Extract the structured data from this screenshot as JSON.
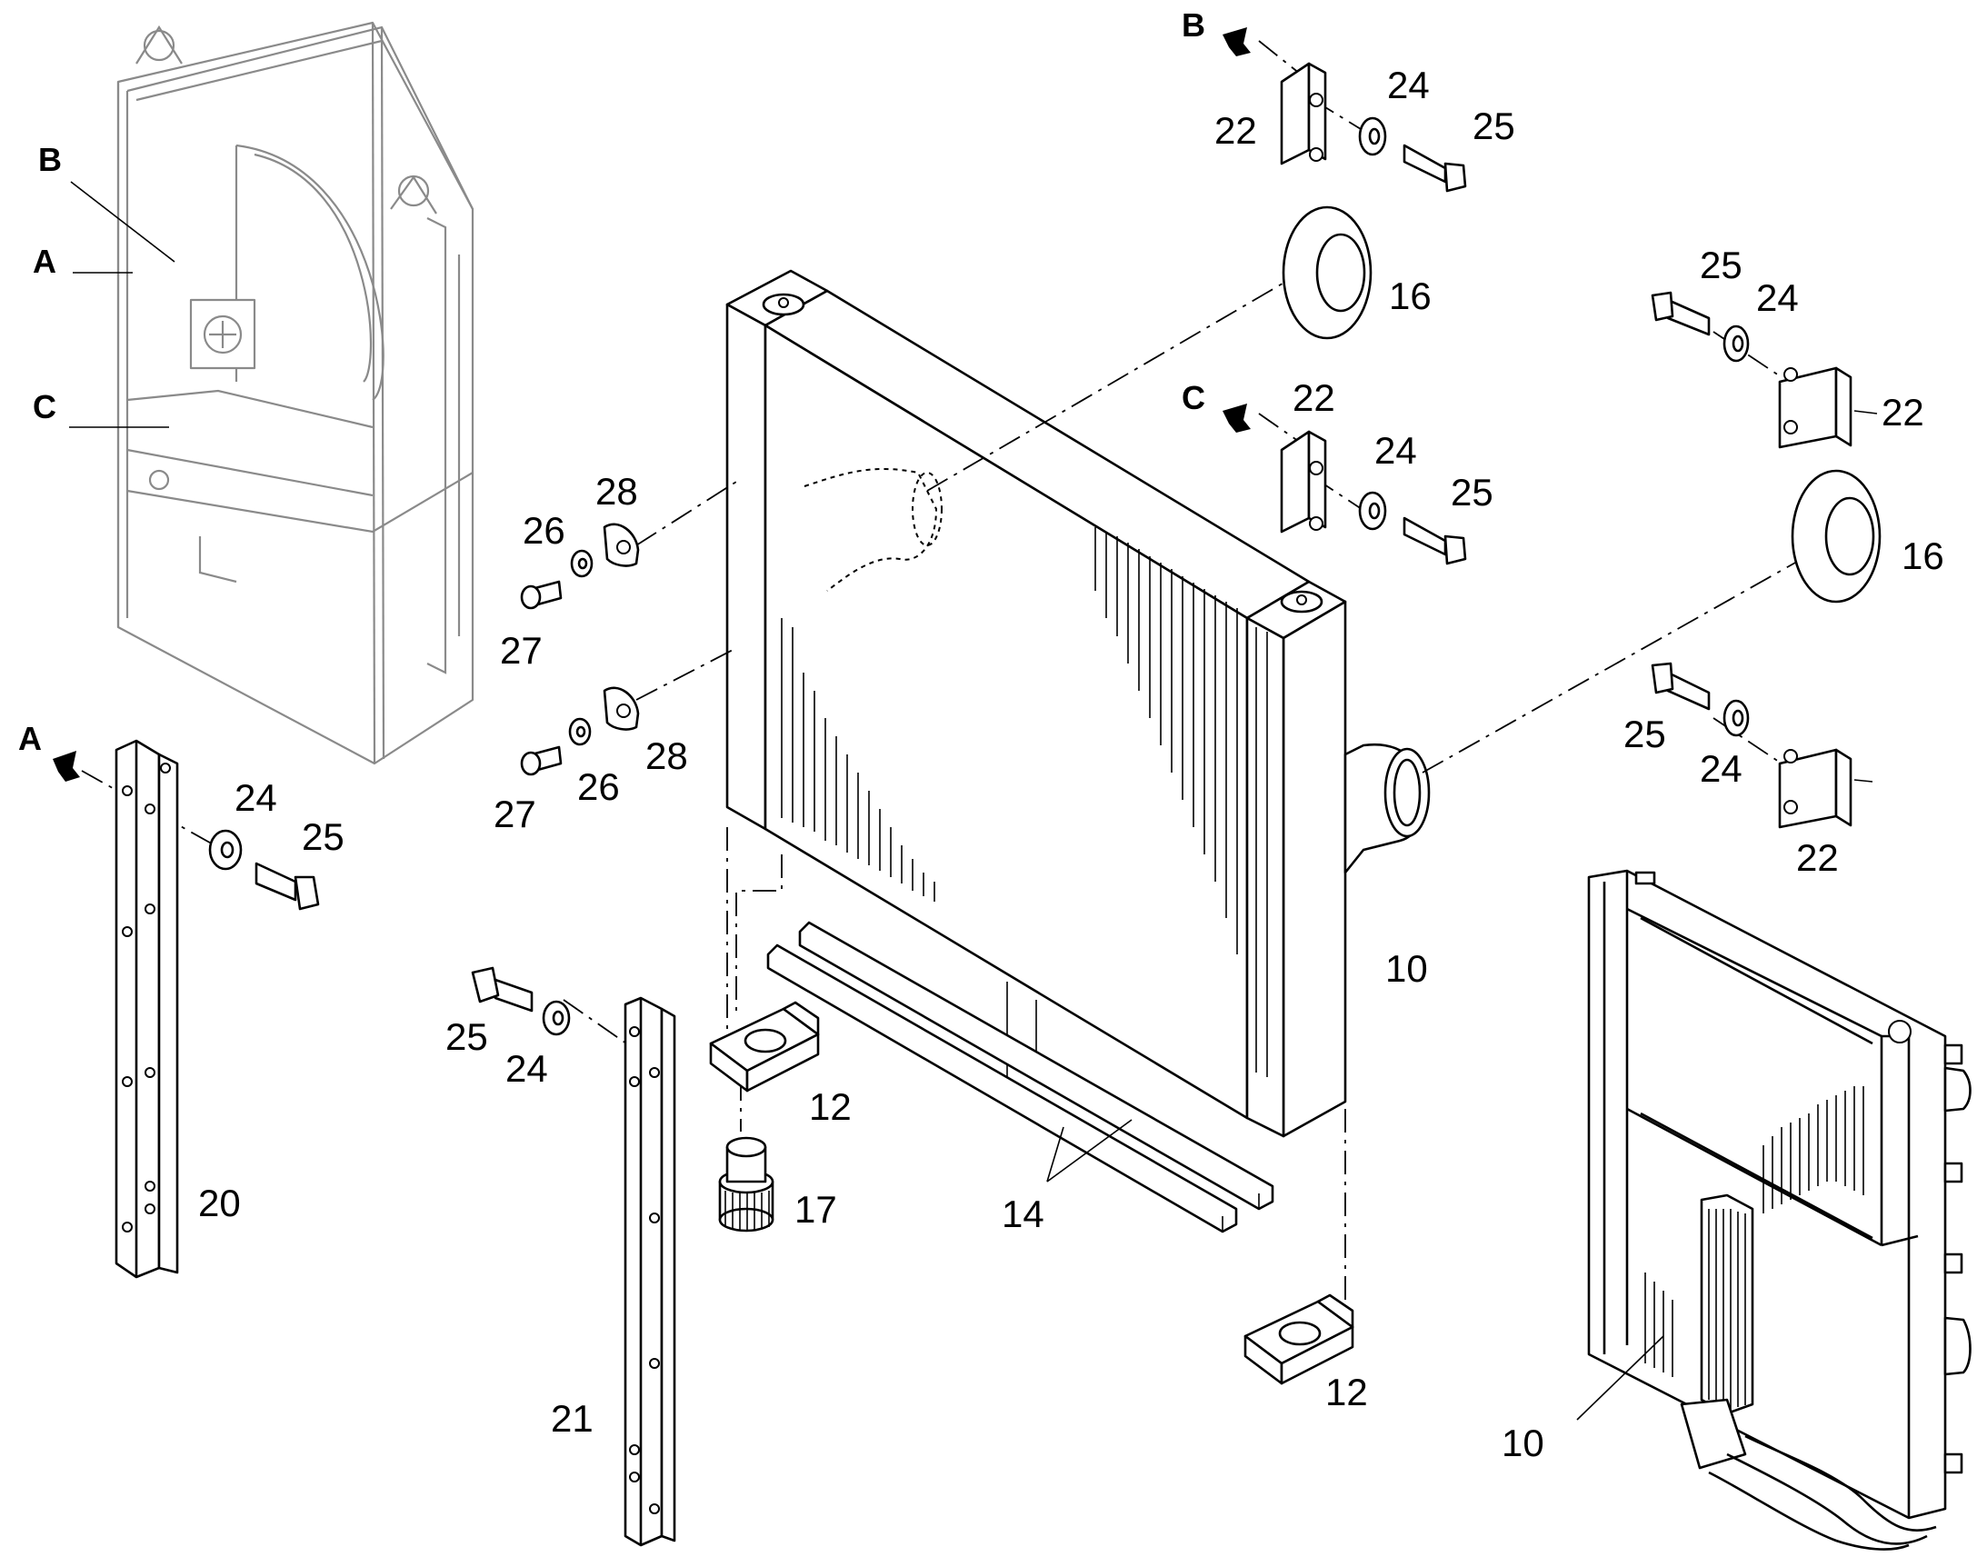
{
  "labels": {
    "l10a": "10",
    "l10b": "10",
    "l12a": "12",
    "l12b": "12",
    "l14": "14",
    "l16a": "16",
    "l16b": "16",
    "l17": "17",
    "l20": "20",
    "l21": "21",
    "l22a": "22",
    "l22b": "22",
    "l22c": "22",
    "l22d": "22",
    "l24a": "24",
    "l24b": "24",
    "l24c": "24",
    "l24d": "24",
    "l24e": "24",
    "l24f": "24",
    "l25a": "25",
    "l25b": "25",
    "l25c": "25",
    "l25d": "25",
    "l25e": "25",
    "l25f": "25",
    "l26a": "26",
    "l26b": "26",
    "l27a": "27",
    "l27b": "27",
    "l28a": "28",
    "l28b": "28",
    "refA1": "A",
    "refA2": "A",
    "refB1": "B",
    "refB2": "B",
    "refC1": "C",
    "refC2": "C"
  }
}
